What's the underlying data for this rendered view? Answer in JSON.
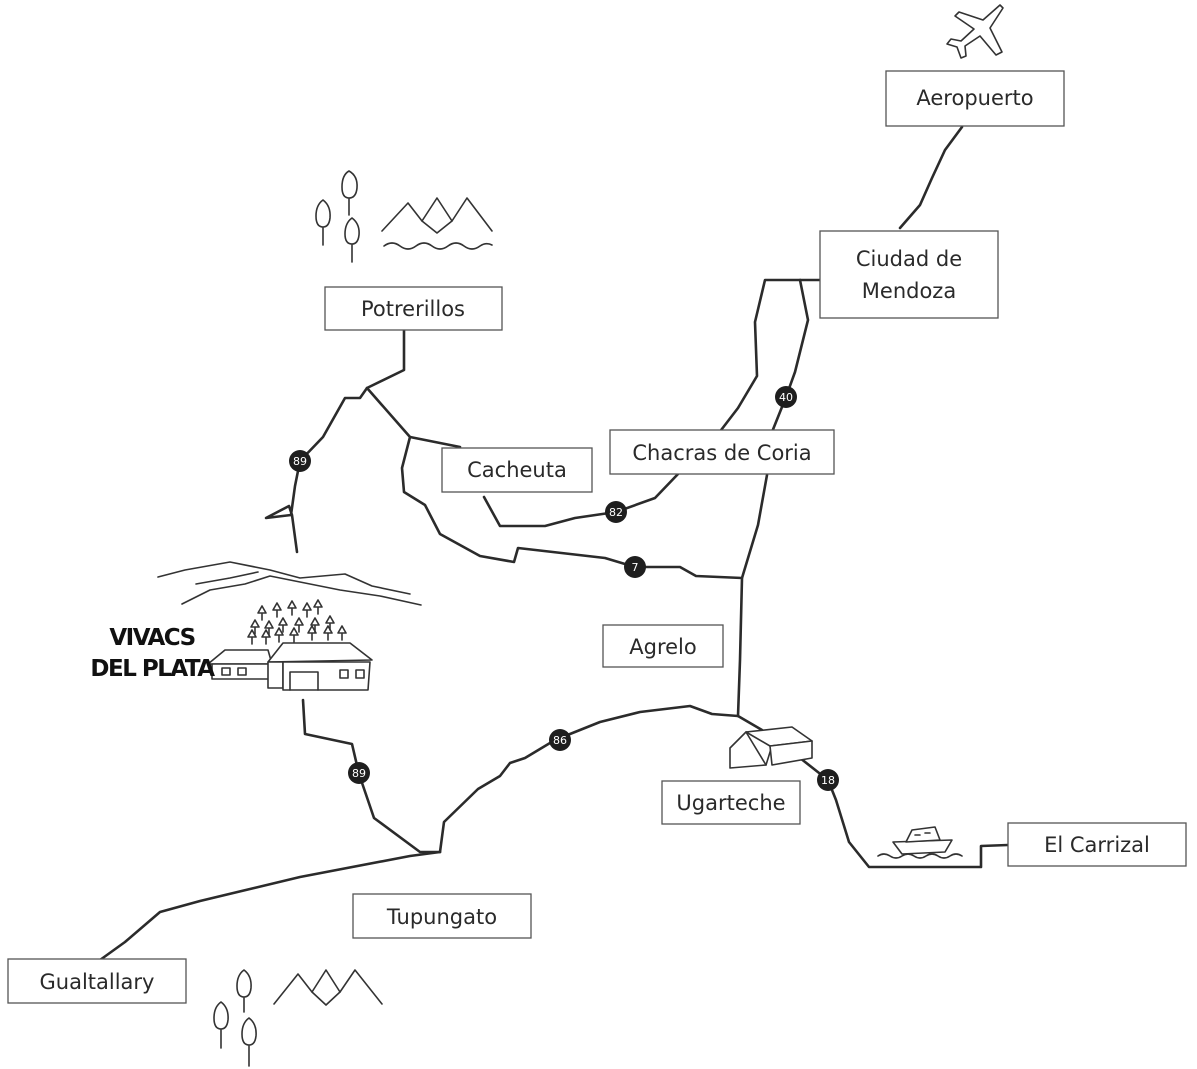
{
  "brand": {
    "line1": "VIVACS",
    "line2": "DEL PLATA"
  },
  "places": {
    "aeropuerto": "Aeropuerto",
    "ciudad_line1": "Ciudad de",
    "ciudad_line2": "Mendoza",
    "potrerillos": "Potrerillos",
    "cacheuta": "Cacheuta",
    "chacras": "Chacras de Coria",
    "agrelo": "Agrelo",
    "ugarteche": "Ugarteche",
    "el_carrizal": "El Carrizal",
    "tupungato": "Tupungato",
    "gualtallary": "Gualtallary"
  },
  "routes": {
    "r89_north": "89",
    "r89_south": "89",
    "r82": "82",
    "r7": "7",
    "r40": "40",
    "r86": "86",
    "r18": "18"
  },
  "icons": [
    "airplane-icon",
    "trees-icon",
    "mountains-icon",
    "lodge-icon",
    "warehouse-icon",
    "boat-icon"
  ],
  "colors": {
    "road": "#2b2b2b",
    "badge": "#1e1e1e",
    "background": "#ffffff"
  }
}
